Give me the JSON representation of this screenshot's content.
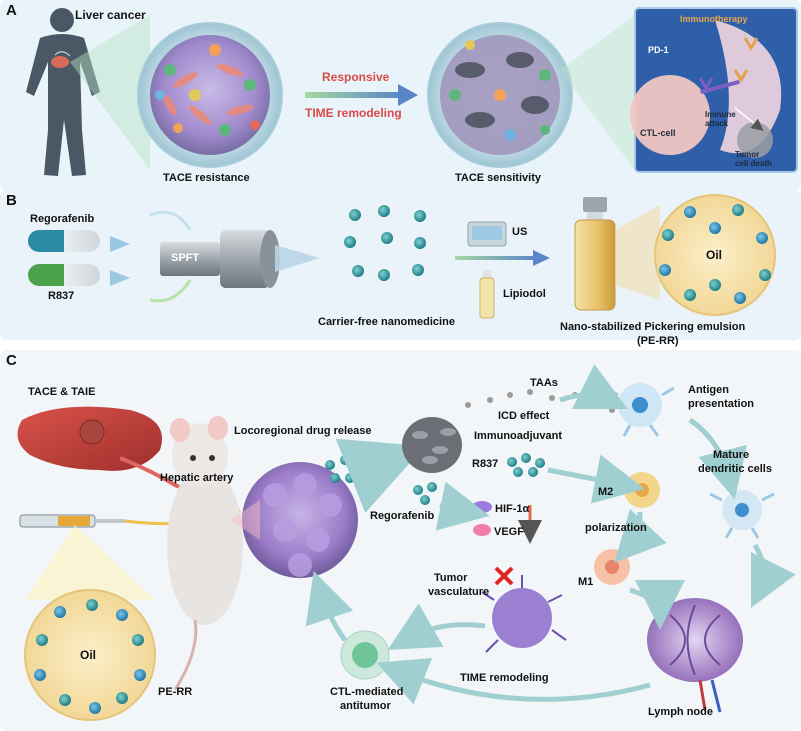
{
  "panelA": {
    "letter": "A",
    "liver_cancer": "Liver cancer",
    "tace_resistance": "TACE resistance",
    "arrow_top": "Responsive",
    "arrow_bottom": "TIME remodeling",
    "tace_sensitivity": "TACE sensitivity",
    "immunotherapy": "Immunotherapy",
    "pd1": "PD-1",
    "ctl_cell": "CTL-cell",
    "immune_attack": "Immune\nattack",
    "tumor_death": "Tumor\ncell death"
  },
  "panelB": {
    "letter": "B",
    "regorafenib": "Regorafenib",
    "r837": "R837",
    "spft": "SPFT",
    "carrier_free": "Carrier-free nanomedicine",
    "us": "US",
    "lipiodol": "Lipiodol",
    "oil": "Oil",
    "emulsion_line1": "Nano-stabilized Pickering emulsion",
    "emulsion_line2": "(PE-RR)"
  },
  "panelC": {
    "letter": "C",
    "tace_taie": "TACE & TAIE",
    "hepatic_artery": "Hepatic artery",
    "oil": "Oil",
    "pe_rr": "PE-RR",
    "locoregional": "Locoregional drug release",
    "taas": "TAAs",
    "icd_effect": "ICD effect",
    "immunoadjuvant": "Immunoadjuvant",
    "r837": "R837",
    "regorafenib": "Regorafenib",
    "hif": "HIF-1α",
    "vegf": "VEGF",
    "tumor_vasculature_1": "Tumor",
    "tumor_vasculature_2": "vasculature",
    "time_remodeling": "TIME remodeling",
    "antigen_1": "Antigen",
    "antigen_2": "presentation",
    "mature_1": "Mature",
    "mature_2": "dendritic cells",
    "m2": "M2",
    "polarization": "polarization",
    "m1": "M1",
    "lymph_node": "Lymph node",
    "ctl_1": "CTL-mediated",
    "ctl_2": "antitumor"
  },
  "colors": {
    "tumor_purple": "#a98ad0",
    "nanoparticle_teal": "#2f9fa5",
    "arrow_blue": "#6a8fc7",
    "accent_red": "#d94a4a"
  }
}
